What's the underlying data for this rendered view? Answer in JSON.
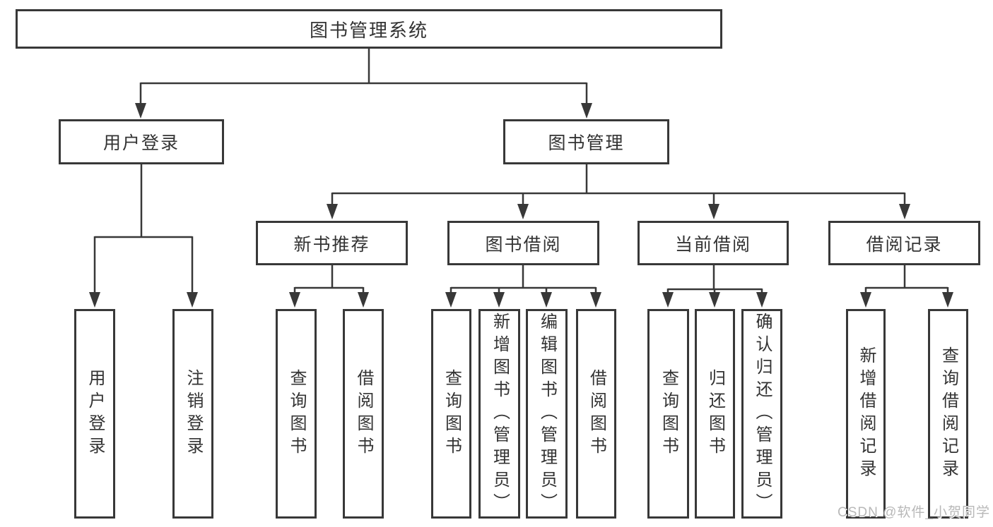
{
  "diagram": {
    "root": {
      "label": "图书管理系统"
    },
    "level2": {
      "login": {
        "label": "用户登录"
      },
      "mgmt": {
        "label": "图书管理"
      }
    },
    "level3": {
      "recommend": {
        "label": "新书推荐"
      },
      "borrow": {
        "label": "图书借阅"
      },
      "current": {
        "label": "当前借阅"
      },
      "records": {
        "label": "借阅记录"
      }
    },
    "leaves": {
      "login_user": {
        "label": "用户登录"
      },
      "login_logout": {
        "label": "注销登录"
      },
      "rec_query": {
        "label": "查询图书"
      },
      "rec_borrow": {
        "label": "借阅图书"
      },
      "bor_query": {
        "label": "查询图书"
      },
      "bor_add": {
        "label": "新增图书（管理员）"
      },
      "bor_edit": {
        "label": "编辑图书（管理员）"
      },
      "bor_borrow": {
        "label": "借阅图书"
      },
      "cur_query": {
        "label": "查询图书"
      },
      "cur_return": {
        "label": "归还图书"
      },
      "cur_confirm": {
        "label": "确认归还（管理员）"
      },
      "rek_add": {
        "label": "新增借阅记录"
      },
      "rek_query": {
        "label": "查询借阅记录"
      }
    }
  },
  "watermark": {
    "text": "CSDN @软件_小贺同学"
  },
  "colors": {
    "line": "#383838",
    "text": "#333333",
    "background": "#ffffff",
    "watermark": "#b8b8b8"
  }
}
